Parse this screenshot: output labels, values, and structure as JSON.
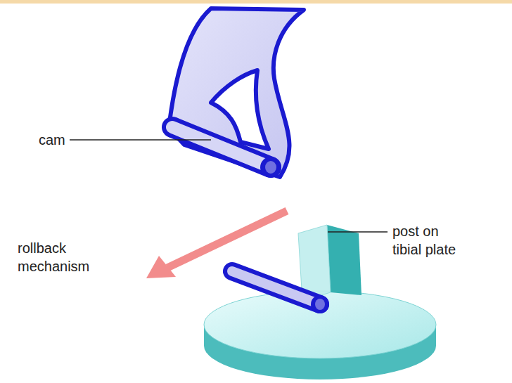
{
  "diagram": {
    "labels": [
      "cam",
      "rollback mechanism",
      "post on tibial plate"
    ]
  }
}
